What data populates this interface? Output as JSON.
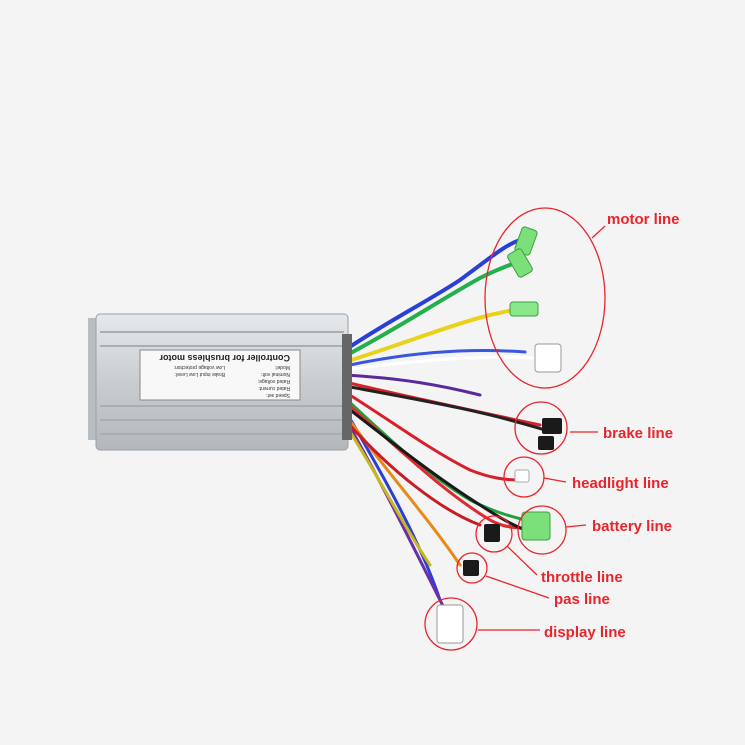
{
  "controller": {
    "title": "Controller for brushless motor",
    "plate_lines": [
      "Model:",
      "Nominal volt:",
      "Rated voltage:",
      "Rated current:",
      "Speed set:",
      "Low voltage protection:",
      "Brake input Low Level:"
    ]
  },
  "labels": {
    "motor": "motor line",
    "brake": "brake line",
    "headlight": "headlight line",
    "battery": "battery line",
    "throttle": "throttle line",
    "pas": "pas line",
    "display": "display line"
  },
  "colors": {
    "background": "#f4f4f4",
    "annotation": "#e8252c",
    "housing": "#cfd3d6",
    "connector_green": "#7ce07a"
  }
}
